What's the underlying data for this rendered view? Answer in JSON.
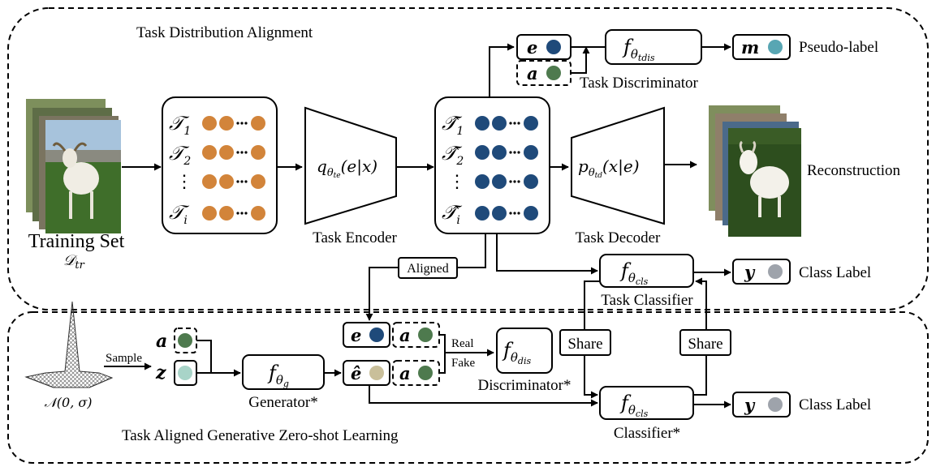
{
  "colors": {
    "orange": "#d2843a",
    "navy": "#1f4a7a",
    "green": "#4e7a4e",
    "teal": "#58a6b3",
    "light_teal": "#a8d4c8",
    "gray": "#9ea3ab",
    "beige": "#c9bf9a"
  },
  "top_panel": {
    "title": "Task Distribution Alignment",
    "training_set": {
      "label": "Training Set",
      "sub": "𝒟",
      "sub_idx": "tr"
    },
    "task_list": {
      "tokens": [
        "𝒯",
        "𝒯",
        "⋮",
        "𝒯"
      ],
      "subs": [
        "1",
        "2",
        "",
        "i"
      ]
    },
    "task_encoder": {
      "label": "Task Encoder",
      "formula_pre": "q",
      "formula_sub": "θ",
      "formula_subsub": "te",
      "formula_post": "(e|x)"
    },
    "aligned_list": {
      "tokens": [
        "𝒯̂",
        "𝒯̂",
        "⋮",
        "𝒯̂"
      ],
      "subs": [
        "1",
        "2",
        "",
        "i"
      ]
    },
    "task_decoder": {
      "label": "Task Decoder",
      "formula_pre": "p",
      "formula_sub": "θ",
      "formula_subsub": "td",
      "formula_post": "(x|e)"
    },
    "reconstruction": "Reconstruction",
    "disc_inputs": [
      "e",
      "a"
    ],
    "task_discriminator": {
      "label": "Task Discriminator",
      "f": "f",
      "sub": "θ",
      "subsub": "tdis"
    },
    "pseudo": {
      "token": "m",
      "label": "Pseudo-label"
    },
    "aligned_tag": "Aligned",
    "task_classifier": {
      "label": "Task Classifier",
      "f": "f",
      "sub": "θ",
      "subsub": "cls"
    },
    "class_label_top": {
      "token": "y",
      "label": "Class Label"
    }
  },
  "bottom_panel": {
    "title": "Task Aligned Generative Zero-shot Learning",
    "prior": "𝒩(0, σ)",
    "sample": "Sample",
    "inputs": [
      "a",
      "z"
    ],
    "generator": {
      "label": "Generator*",
      "f": "f",
      "sub": "θ",
      "subsub": "g"
    },
    "pairs": [
      {
        "left": "e",
        "right": "a"
      },
      {
        "left": "ê",
        "right": "a"
      }
    ],
    "real": "Real",
    "fake": "Fake",
    "discriminator": {
      "label": "Discriminator*",
      "f": "f",
      "sub": "θ",
      "subsub": "dis"
    },
    "share_left": "Share",
    "share_right": "Share",
    "classifier": {
      "label": "Classifier*",
      "f": "f",
      "sub": "θ",
      "subsub": "cls"
    },
    "class_label_bottom": {
      "token": "y",
      "label": "Class Label"
    }
  }
}
